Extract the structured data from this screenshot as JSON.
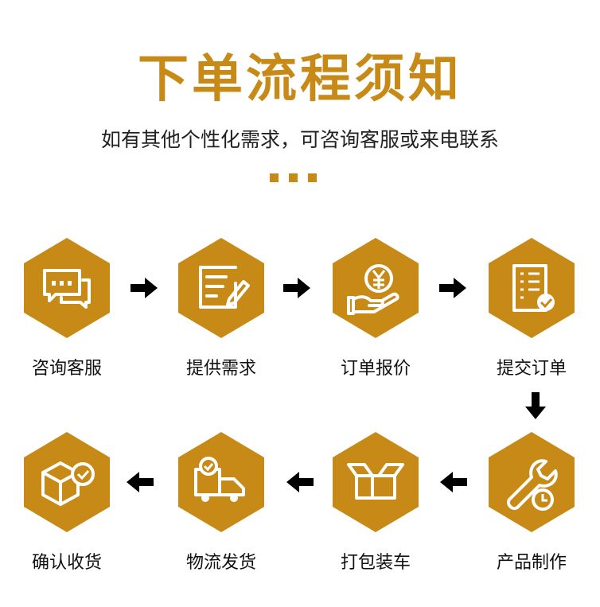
{
  "header": {
    "title": "下单流程须知",
    "subtitle": "如有其他个性化需求，可咨询客服或来电联系"
  },
  "colors": {
    "accent": "#C88A17",
    "arrow": "#000000"
  },
  "steps": [
    {
      "label": "咨询客服",
      "icon": "chat-bubbles-icon"
    },
    {
      "label": "提供需求",
      "icon": "edit-document-icon"
    },
    {
      "label": "订单报价",
      "icon": "yen-hand-icon"
    },
    {
      "label": "提交订单",
      "icon": "checklist-icon"
    },
    {
      "label": "产品制作",
      "icon": "wrench-clock-icon"
    },
    {
      "label": "打包装车",
      "icon": "open-box-icon"
    },
    {
      "label": "物流发货",
      "icon": "delivery-truck-icon"
    },
    {
      "label": "确认收货",
      "icon": "box-check-icon"
    }
  ]
}
